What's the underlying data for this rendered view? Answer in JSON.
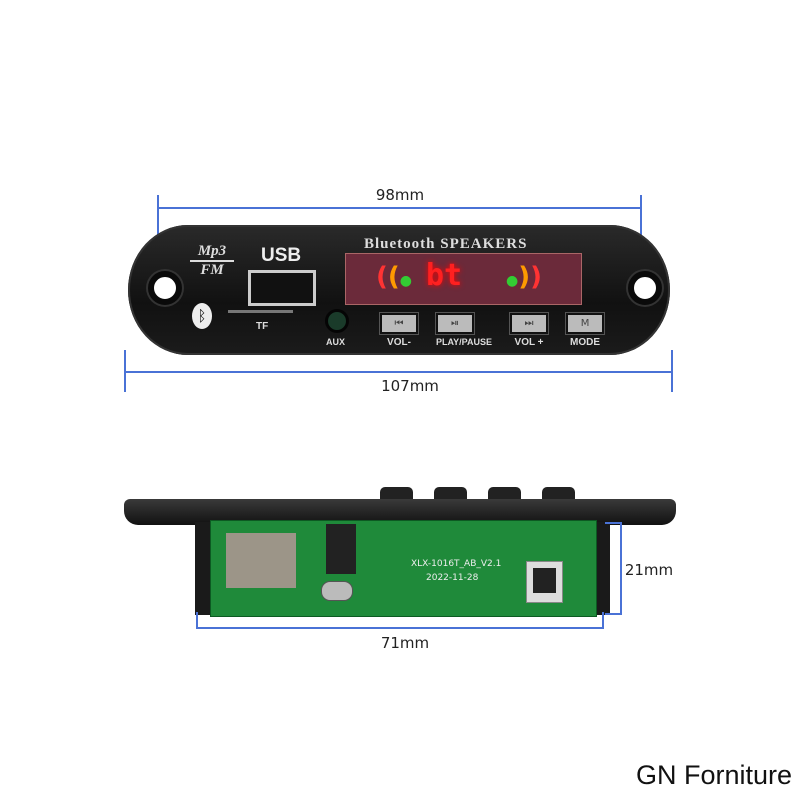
{
  "dimensions": {
    "width_top": "98mm",
    "width_total": "107mm",
    "height": "21mm",
    "pcb_width": "71mm"
  },
  "panel": {
    "logo_top": "Mp3",
    "logo_bottom": "FM",
    "usb": "USB",
    "tf": "TF",
    "aux": "AUX",
    "title": "Bluetooth SPEAKERS",
    "display_text": "bt",
    "buttons": [
      {
        "label": "VOL-",
        "icon": "previous-icon"
      },
      {
        "label": "PLAY/PAUSE",
        "icon": "play-pause-icon"
      },
      {
        "label": "VOL +",
        "icon": "next-icon"
      },
      {
        "label": "MODE",
        "icon": "mode-icon"
      }
    ]
  },
  "pcb": {
    "model": "XLX-1016T_AB_V2.1",
    "date": "2022-11-28"
  },
  "brand": "GN Forniture",
  "colors": {
    "dimension": "#4a72d6",
    "pcb": "#1f8a3a",
    "display": "#ff2020"
  }
}
